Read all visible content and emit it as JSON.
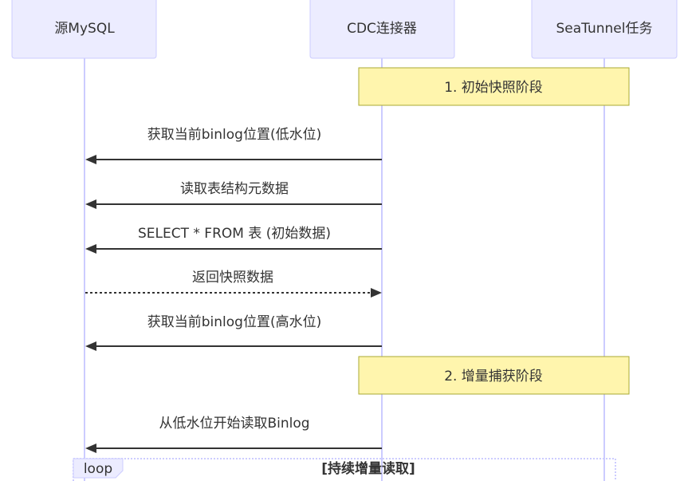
{
  "participants": [
    "源MySQL",
    "CDC连接器",
    "SeaTunnel任务"
  ],
  "notes": [
    "1. 初始快照阶段",
    "2. 增量捕获阶段"
  ],
  "messages": [
    {
      "text": "获取当前binlog位置(低水位)",
      "from": 1,
      "to": 0,
      "style": "solid"
    },
    {
      "text": "读取表结构元数据",
      "from": 1,
      "to": 0,
      "style": "solid"
    },
    {
      "text": "SELECT * FROM 表 (初始数据)",
      "from": 1,
      "to": 0,
      "style": "solid"
    },
    {
      "text": "返回快照数据",
      "from": 0,
      "to": 1,
      "style": "dashed"
    },
    {
      "text": "获取当前binlog位置(高水位)",
      "from": 1,
      "to": 0,
      "style": "solid"
    },
    {
      "text": "从低水位开始读取Binlog",
      "from": 1,
      "to": 0,
      "style": "solid"
    }
  ],
  "loop": {
    "label": "loop",
    "condition": "[持续增量读取]"
  }
}
